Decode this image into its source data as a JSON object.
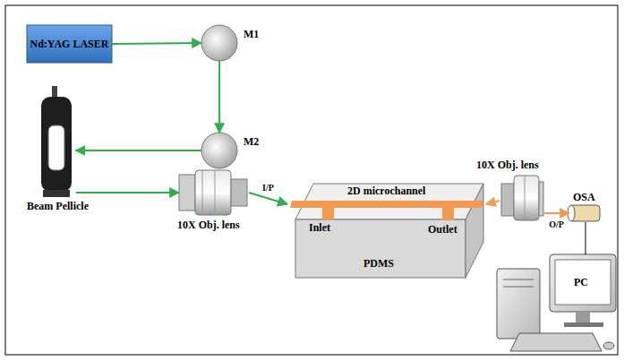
{
  "diagram": {
    "nodes": [
      {
        "text": [
          "Nd:YAG LASER"
        ]
      },
      {
        "text": [
          "M1"
        ]
      },
      {
        "text": [
          "M2"
        ]
      },
      {
        "text": [
          "Beam Pellicle"
        ]
      },
      {
        "text": [
          "10X Obj. lens"
        ]
      },
      {
        "text": [
          "2D microchannel",
          "Inlet",
          "Outlet",
          "PDMS"
        ]
      },
      {
        "text": [
          "10X Obj. lens"
        ]
      },
      {
        "text": [
          "OSA"
        ]
      },
      {
        "text": [
          "PC"
        ]
      }
    ],
    "edges": [
      {
        "from": 0,
        "to": 1,
        "arrow": "to"
      },
      {
        "from": 1,
        "to": 2,
        "arrow": "to"
      },
      {
        "from": 2,
        "to": 3,
        "arrow": "to"
      },
      {
        "from": 3,
        "to": 4,
        "arrow": "to"
      },
      {
        "from": 4,
        "to": 5,
        "label": "I/P",
        "arrow": "to"
      },
      {
        "from": 6,
        "to": 5,
        "arrow": "to"
      },
      {
        "from": 6,
        "to": 7,
        "label": "O/P",
        "arrow": "to"
      },
      {
        "from": 7,
        "to": 8,
        "arrow": "none"
      }
    ]
  }
}
